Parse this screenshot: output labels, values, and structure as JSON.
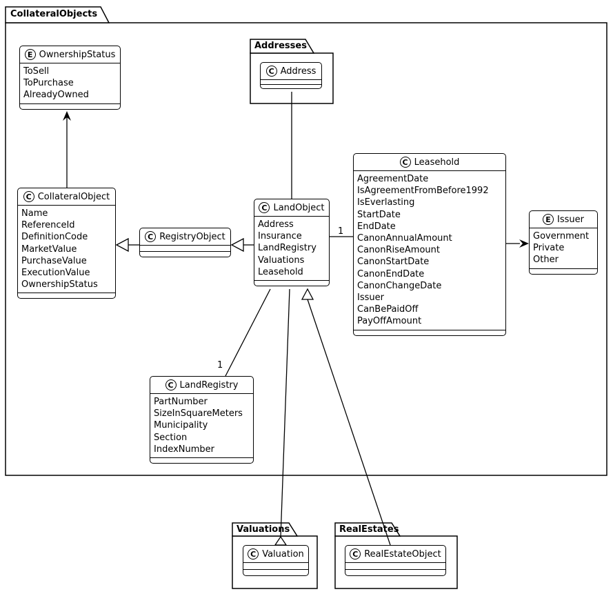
{
  "outer_package": {
    "name": "CollateralObjects"
  },
  "packages": {
    "addresses": {
      "name": "Addresses"
    },
    "valuations": {
      "name": "Valuations"
    },
    "real_estates": {
      "name": "RealEstates"
    }
  },
  "classes": {
    "ownership_status": {
      "stereotype": "E",
      "name": "OwnershipStatus",
      "attrs": [
        "ToSell",
        "ToPurchase",
        "AlreadyOwned"
      ]
    },
    "collateral_object": {
      "stereotype": "C",
      "name": "CollateralObject",
      "attrs": [
        "Name",
        "ReferenceId",
        "DefinitionCode",
        "MarketValue",
        "PurchaseValue",
        "ExecutionValue",
        "OwnershipStatus"
      ]
    },
    "registry_object": {
      "stereotype": "C",
      "name": "RegistryObject",
      "attrs": []
    },
    "land_object": {
      "stereotype": "C",
      "name": "LandObject",
      "attrs": [
        "Address",
        "Insurance",
        "LandRegistry",
        "Valuations",
        "Leasehold"
      ]
    },
    "leasehold": {
      "stereotype": "C",
      "name": "Leasehold",
      "attrs": [
        "AgreementDate",
        "IsAgreementFromBefore1992",
        "IsEverlasting",
        "StartDate",
        "EndDate",
        "CanonAnnualAmount",
        "CanonRiseAmount",
        "CanonStartDate",
        "CanonEndDate",
        "CanonChangeDate",
        "Issuer",
        "CanBePaidOff",
        "PayOffAmount"
      ]
    },
    "issuer": {
      "stereotype": "E",
      "name": "Issuer",
      "attrs": [
        "Government",
        "Private",
        "Other"
      ]
    },
    "land_registry": {
      "stereotype": "C",
      "name": "LandRegistry",
      "attrs": [
        "PartNumber",
        "SizeInSquareMeters",
        "Municipality",
        "Section",
        "IndexNumber"
      ]
    },
    "address": {
      "stereotype": "C",
      "name": "Address",
      "attrs": []
    },
    "valuation": {
      "stereotype": "C",
      "name": "Valuation",
      "attrs": []
    },
    "real_estate_object": {
      "stereotype": "C",
      "name": "RealEstateObject",
      "attrs": []
    }
  },
  "connectors": {
    "land_object_leasehold_multiplicity": "1",
    "land_object_land_registry_multiplicity": "1"
  },
  "colors": {
    "line": "#000000",
    "background": "#ffffff"
  }
}
